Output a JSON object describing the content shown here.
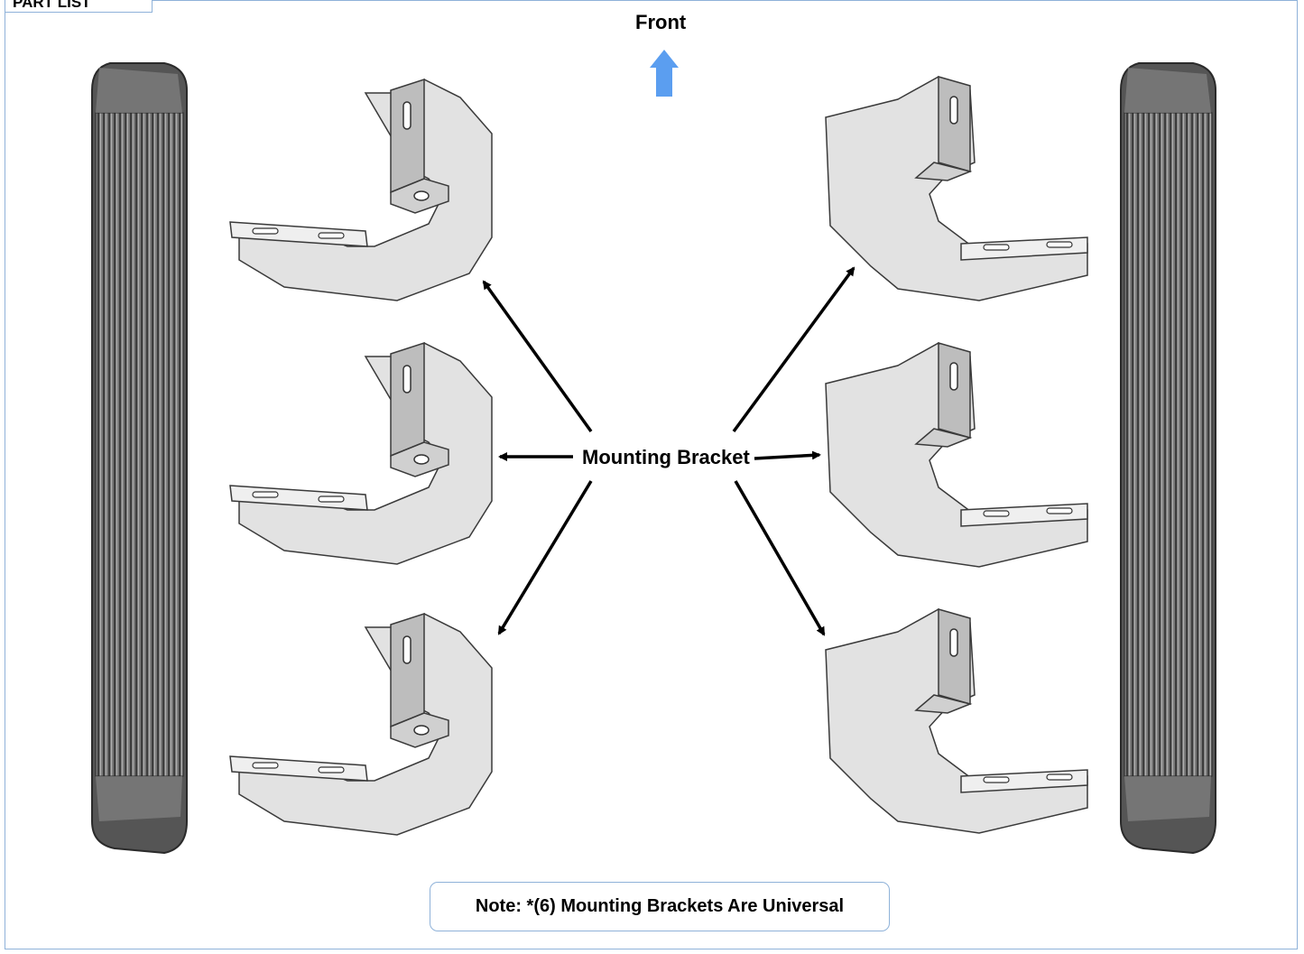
{
  "header": {
    "part_list_label": "PART LIST"
  },
  "orientation": {
    "label": "Front",
    "arrow_color": "#5b9ef0"
  },
  "callout": {
    "label": "Mounting Bracket",
    "arrow_count": 6
  },
  "note": {
    "text": "Note: *(6) Mounting Brackets Are Universal"
  },
  "colors": {
    "frame_border": "#8fb2d9",
    "bracket_fill": "#e2e2e2",
    "bracket_stroke": "#3a3a3a",
    "board_body": "#6e6e6e",
    "board_cap": "#4a4a4a"
  },
  "parts": {
    "running_boards": {
      "count": 2,
      "icon": "running-board-icon"
    },
    "brackets": {
      "count": 6,
      "icon": "mounting-bracket-icon"
    }
  }
}
